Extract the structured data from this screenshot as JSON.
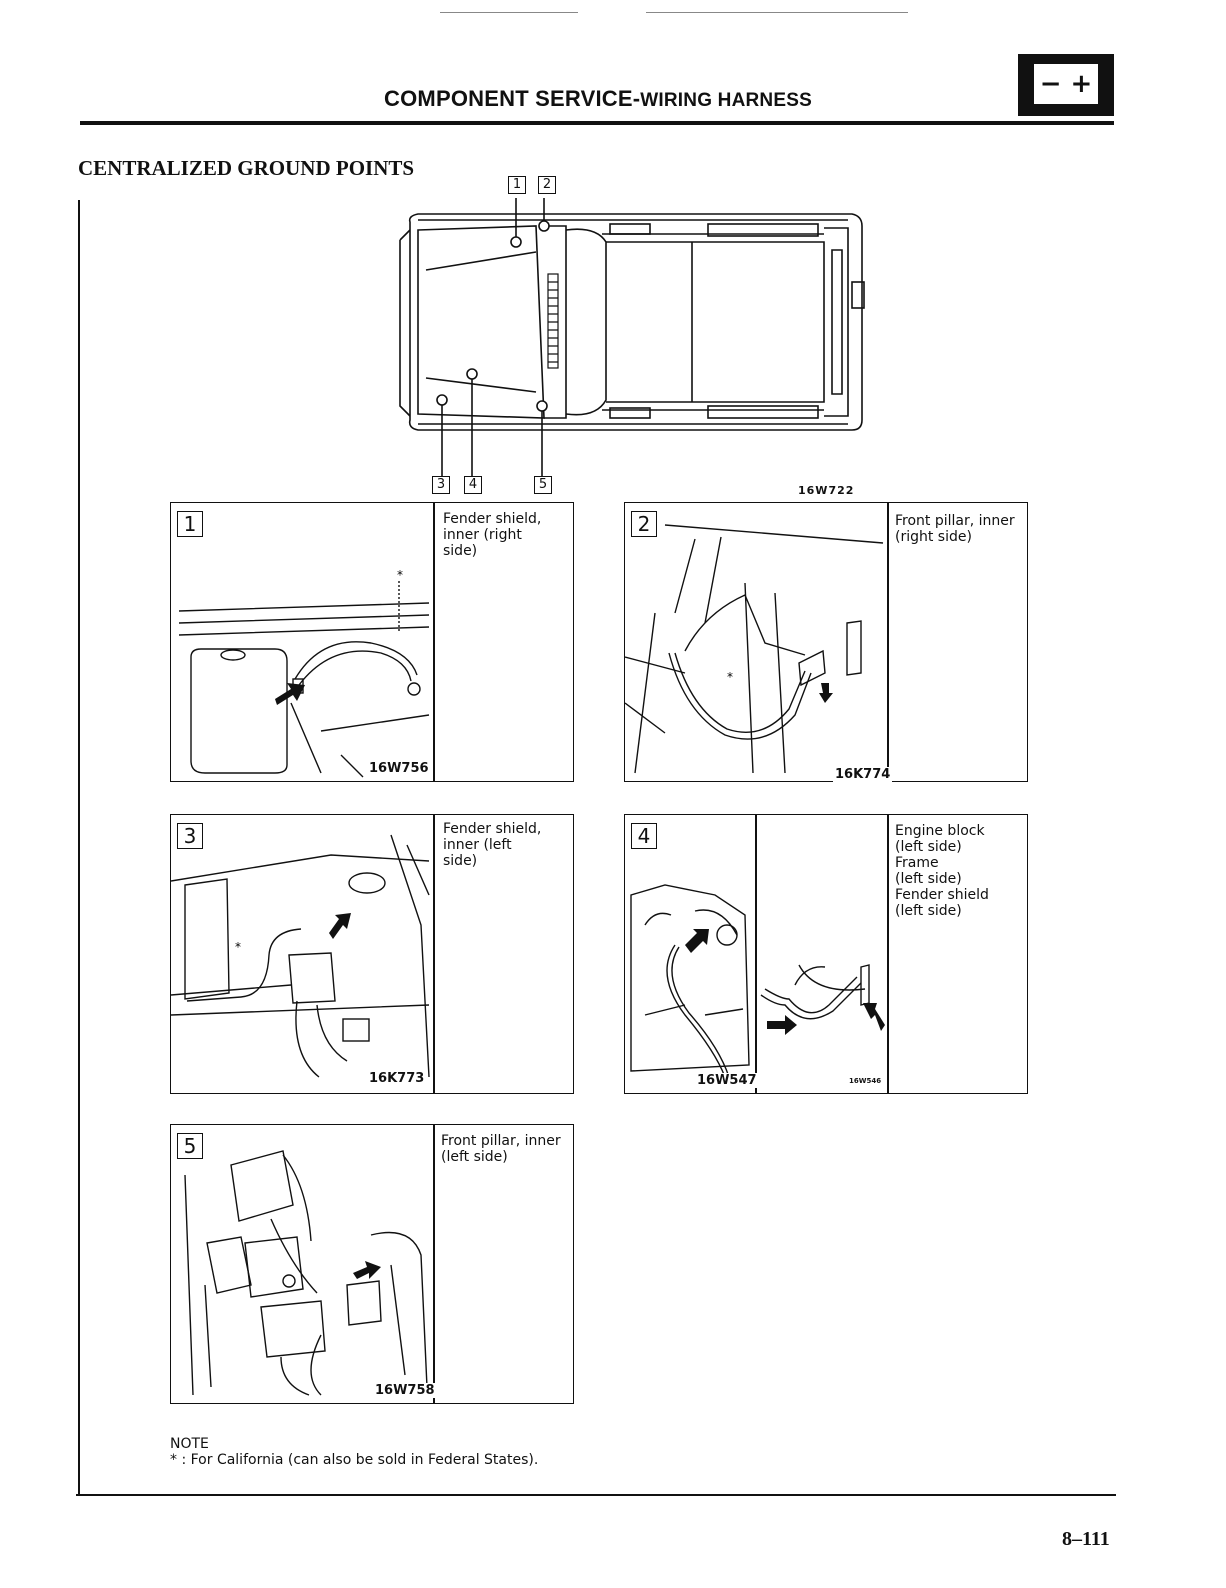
{
  "header": {
    "title_main": "COMPONENT SERVICE-",
    "title_sub": "WIRING HARNESS",
    "battery_symbol": "− +"
  },
  "section": {
    "title": "CENTRALIZED GROUND POINTS"
  },
  "overview": {
    "callouts": [
      "1",
      "2",
      "3",
      "4",
      "5"
    ],
    "figure_ref": "16W722"
  },
  "panels": [
    {
      "number": "1",
      "description": "Fender shield,\ninner (right\nside)",
      "codes": [
        "16W756"
      ]
    },
    {
      "number": "2",
      "description": "Front pillar, inner\n(right side)",
      "codes": [
        "16K774"
      ]
    },
    {
      "number": "3",
      "description": "Fender shield,\ninner (left\nside)",
      "codes": [
        "16K773"
      ]
    },
    {
      "number": "4",
      "description": "Engine block\n(left side)\nFrame\n(left side)\nFender shield\n(left side)",
      "codes": [
        "16W547",
        "16W546"
      ]
    },
    {
      "number": "5",
      "description": "Front pillar, inner\n(left side)",
      "codes": [
        "16W758"
      ]
    }
  ],
  "note": {
    "label": "NOTE",
    "text": "* : For California (can also be sold in Federal States)."
  },
  "page_number": "8–111"
}
